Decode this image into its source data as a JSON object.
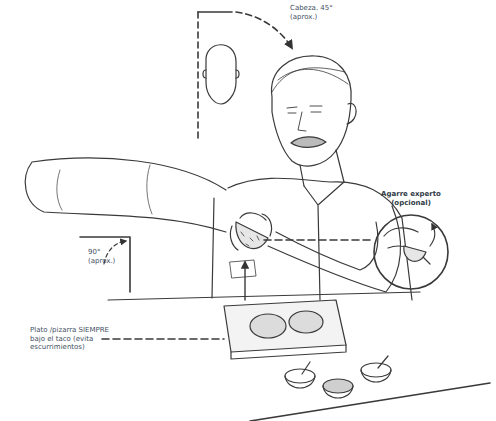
{
  "diagram": {
    "nodes": [
      {
        "text": [
          "Agarre experto (opcional)"
        ]
      }
    ],
    "labels": [
      "Cabeza. 45° (aprox.)",
      "90° (aprox.)",
      "Plato /pizarra SIEMPRE bajo el taco (evita escurrimientos)"
    ]
  }
}
